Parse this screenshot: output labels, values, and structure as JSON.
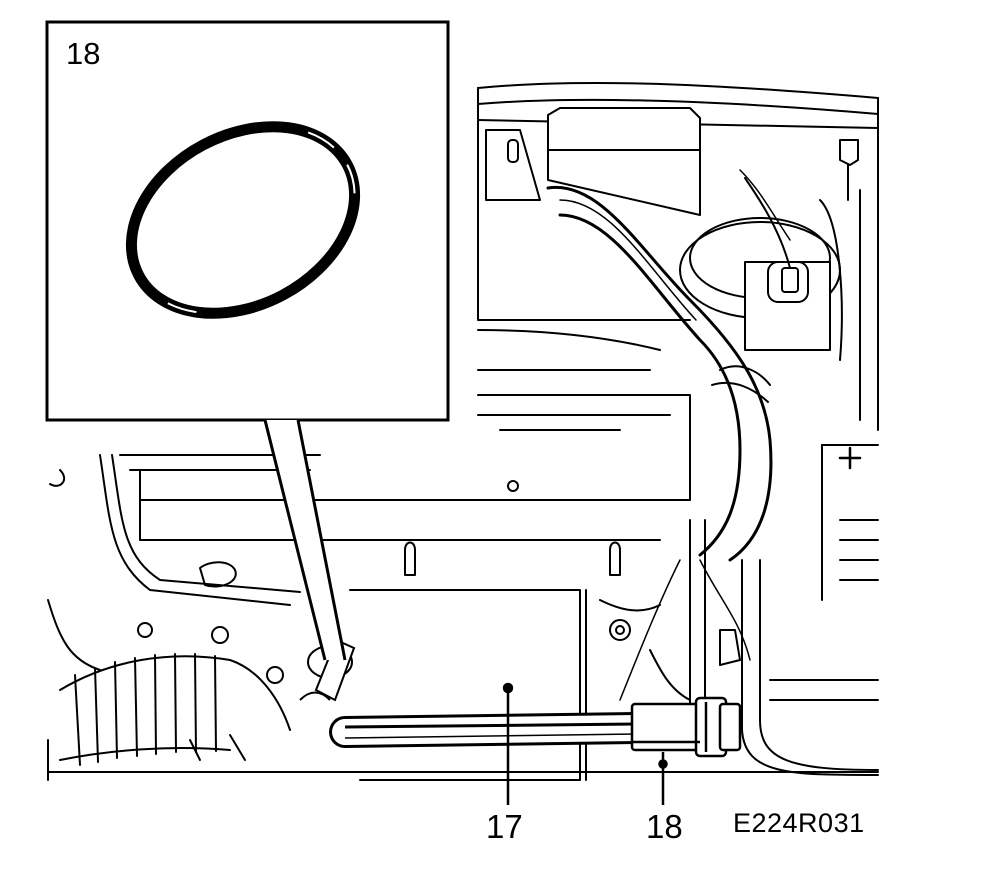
{
  "figure": {
    "inset_number": "18",
    "callouts": [
      {
        "number": "17"
      },
      {
        "number": "18"
      }
    ],
    "figure_code": "E224R031"
  },
  "colors": {
    "ink": "#000000",
    "paper": "#ffffff"
  }
}
